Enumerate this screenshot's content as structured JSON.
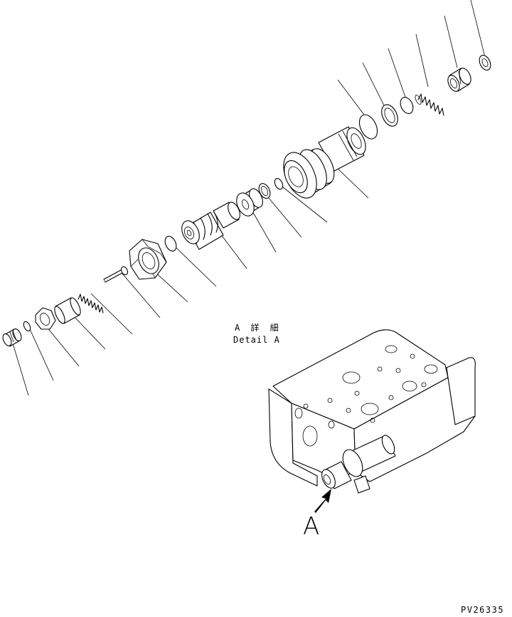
{
  "detail_label": {
    "title": "A 詳 細",
    "subtitle": "Detail A"
  },
  "view_arrow_label": "A",
  "drawing_number": "PV26335"
}
